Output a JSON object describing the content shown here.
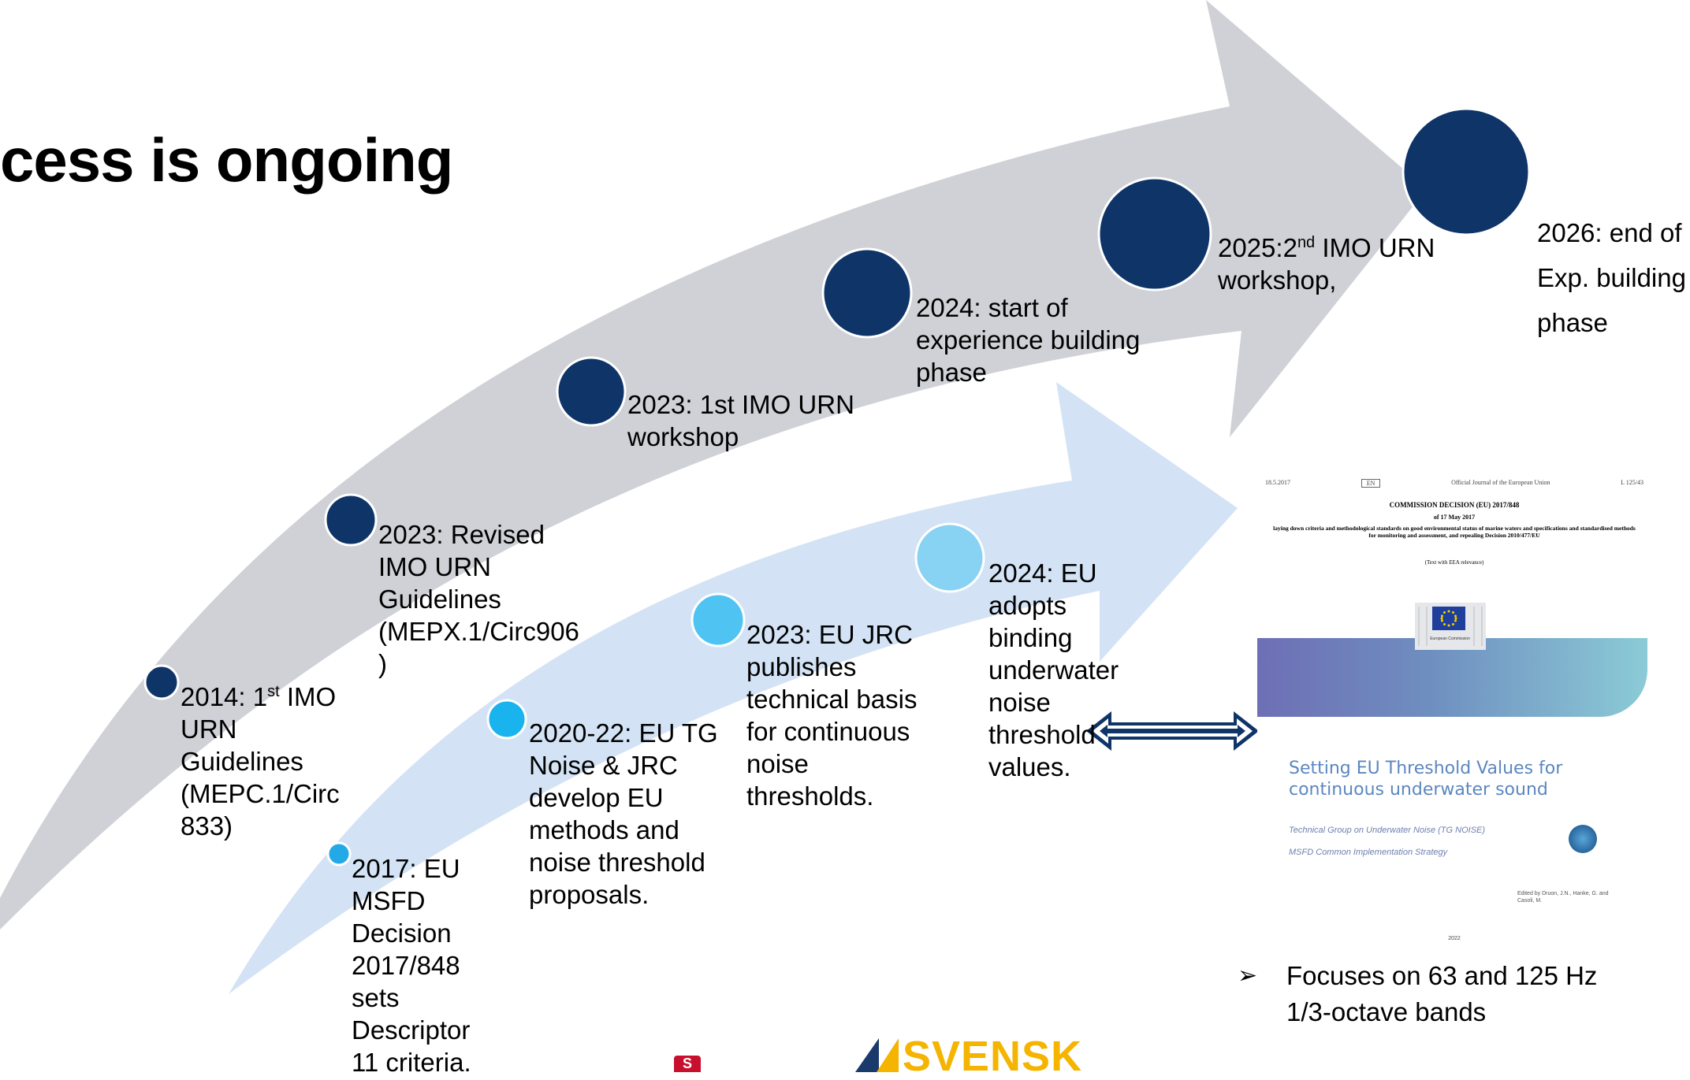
{
  "title": "cess is ongoing",
  "imo_track": [
    {
      "label": "2014: 1",
      "sup": "st",
      "rest": " IMO\nURN\nGuidelines\n(MEPC.1/Circ\n833)"
    },
    {
      "label": "2023: Revised\nIMO URN\nGuidelines\n(MEPX.1/Circ906\n)"
    },
    {
      "label": "2023: 1st IMO URN\nworkshop"
    },
    {
      "label": "2024: start of\nexperience building\nphase"
    },
    {
      "label": "2025:2",
      "sup": "nd",
      "rest": " IMO URN\nworkshop,"
    },
    {
      "label": "2026: end of\nExp. building\nphase"
    }
  ],
  "eu_track": [
    {
      "label": "2017: EU\nMSFD\nDecision\n2017/848\nsets\nDescriptor\n11 criteria."
    },
    {
      "label": "2020-22: EU TG\nNoise & JRC\ndevelop EU\nmethods and\nnoise threshold\nproposals."
    },
    {
      "label": "2023: EU JRC\npublishes\ntechnical basis\nfor continuous\nnoise\nthresholds."
    },
    {
      "label": "2024: EU\nadopts\nbinding\nunderwater\nnoise\nthreshold\nvalues."
    }
  ],
  "colors": {
    "imo_arrow": "#cfd1d6",
    "eu_arrow": "#d3e3f5",
    "imo_dot": "#0f3468",
    "eu_dots": [
      "#22a9e6",
      "#19b3ee",
      "#4fc4f3",
      "#88d2f3"
    ],
    "connector": "#0f3468"
  },
  "document": {
    "header_left": "18.5.2017",
    "header_lang": "EN",
    "header_center": "Official Journal of the European Union",
    "header_right": "L 125/43",
    "decision_title": "COMMISSION DECISION (EU) 2017/848",
    "decision_date": "of 17 May 2017",
    "decision_body": "laying down criteria and methodological standards on good environmental status of marine waters and specifications and standardised methods for monitoring and assessment, and repealing Decision 2010/477/EU",
    "decision_note": "(Text with EEA relevance)",
    "ec_label": "European Commission",
    "report_title": "Setting EU Threshold Values for\ncontinuous underwater sound",
    "group_line": "Technical Group on Underwater Noise (TG NOISE)",
    "strategy_line": "MSFD Common Implementation Strategy",
    "edited_by": "Edited by Druon, J.N., Hanke, G. and\nCasoli, M.",
    "year": "2022"
  },
  "bullet": {
    "marker": "➢",
    "text": "Focuses on 63 and 125 Hz\n1/3-octave bands"
  },
  "logos": {
    "left_letter": "S",
    "right_text": "SVENSK"
  }
}
